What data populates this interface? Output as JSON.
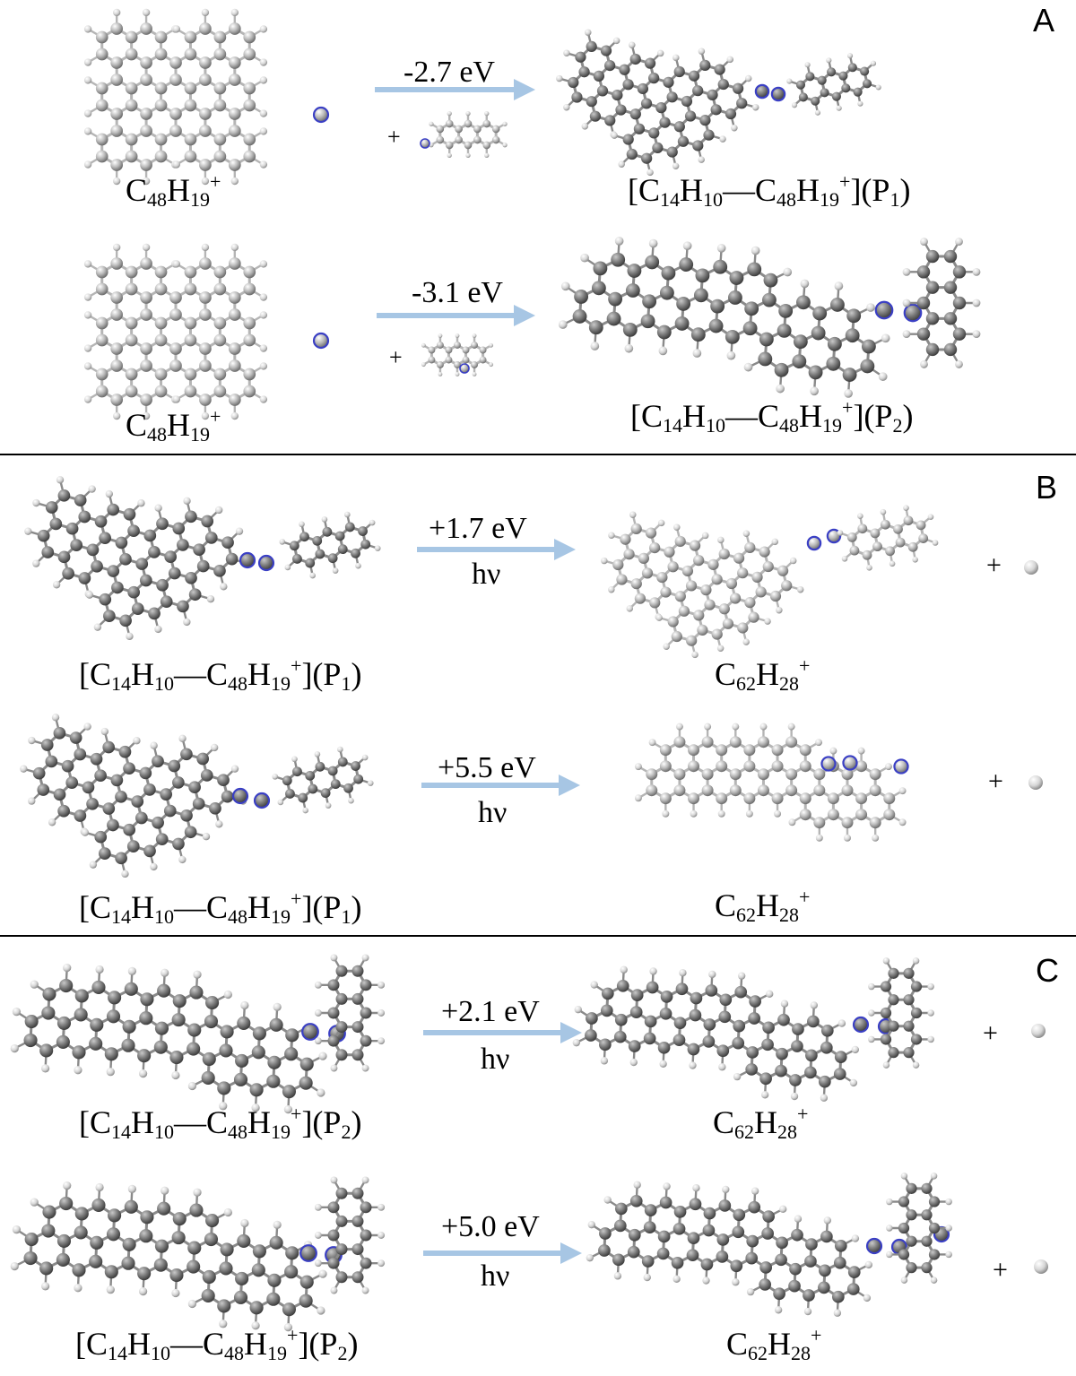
{
  "panels": [
    "A",
    "B",
    "C"
  ],
  "labels": {
    "c48h19": {
      "c": "C",
      "n1": "48",
      "h": "H",
      "n2": "19",
      "charge": "+"
    },
    "adduct": {
      "open": "[C",
      "n1": "14",
      "h1": "H",
      "n2": "10",
      "dash": "—C",
      "n3": "48",
      "h2": "H",
      "n4": "19",
      "charge": "+",
      "close": "](P",
      "p1": "1",
      "p2": "2",
      "end": ")"
    },
    "c62h28": {
      "c": "C",
      "n1": "62",
      "h": "H",
      "n2": "28",
      "charge": "+"
    }
  },
  "reactions": [
    {
      "energy": "-2.7 eV",
      "photon": ""
    },
    {
      "energy": "-3.1 eV",
      "photon": ""
    },
    {
      "energy": "+1.7 eV",
      "photon": "hν"
    },
    {
      "energy": "+5.5 eV",
      "photon": "hν"
    },
    {
      "energy": "+2.1 eV",
      "photon": "hν"
    },
    {
      "energy": "+5.0 eV",
      "photon": "hν"
    }
  ],
  "plus_sign": "+",
  "colors": {
    "arrow": "#a7c6e4",
    "carbon_light": "#d2d2d2",
    "carbon_dark": "#6b6b6b",
    "hydrogen": "#c8c8c8",
    "highlight": "#3a3fc4"
  }
}
